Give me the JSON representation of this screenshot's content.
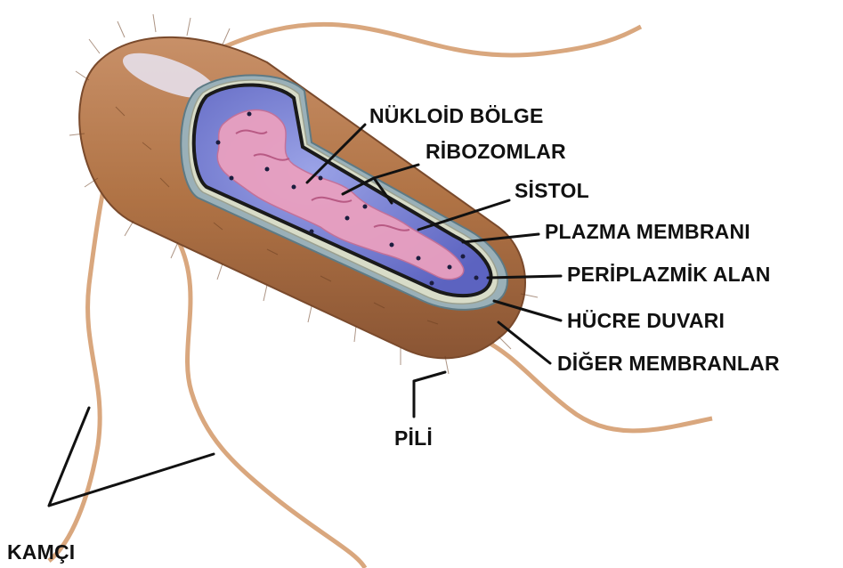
{
  "labels": {
    "nucleoid": "NÜKLOİD BÖLGE",
    "ribosomes": "RİBOZOMLAR",
    "cytosol": "SİSTOL",
    "plasma_membrane": "PLAZMA MEMBRANI",
    "periplasmic_space": "PERİPLAZMİK ALAN",
    "cell_wall": "HÜCRE DUVARI",
    "other_membranes": "DİĞER MEMBRANLAR",
    "pili": "PİLİ",
    "flagella": "KAMÇI"
  },
  "colors": {
    "capsule": "#b77a4e",
    "capsule_dark": "#7a4a2c",
    "cytoplasm": "#7b84d6",
    "nucleoid": "#e9a0bf",
    "flagellum": "#d9a77e",
    "membrane": "#1a1a1a"
  }
}
